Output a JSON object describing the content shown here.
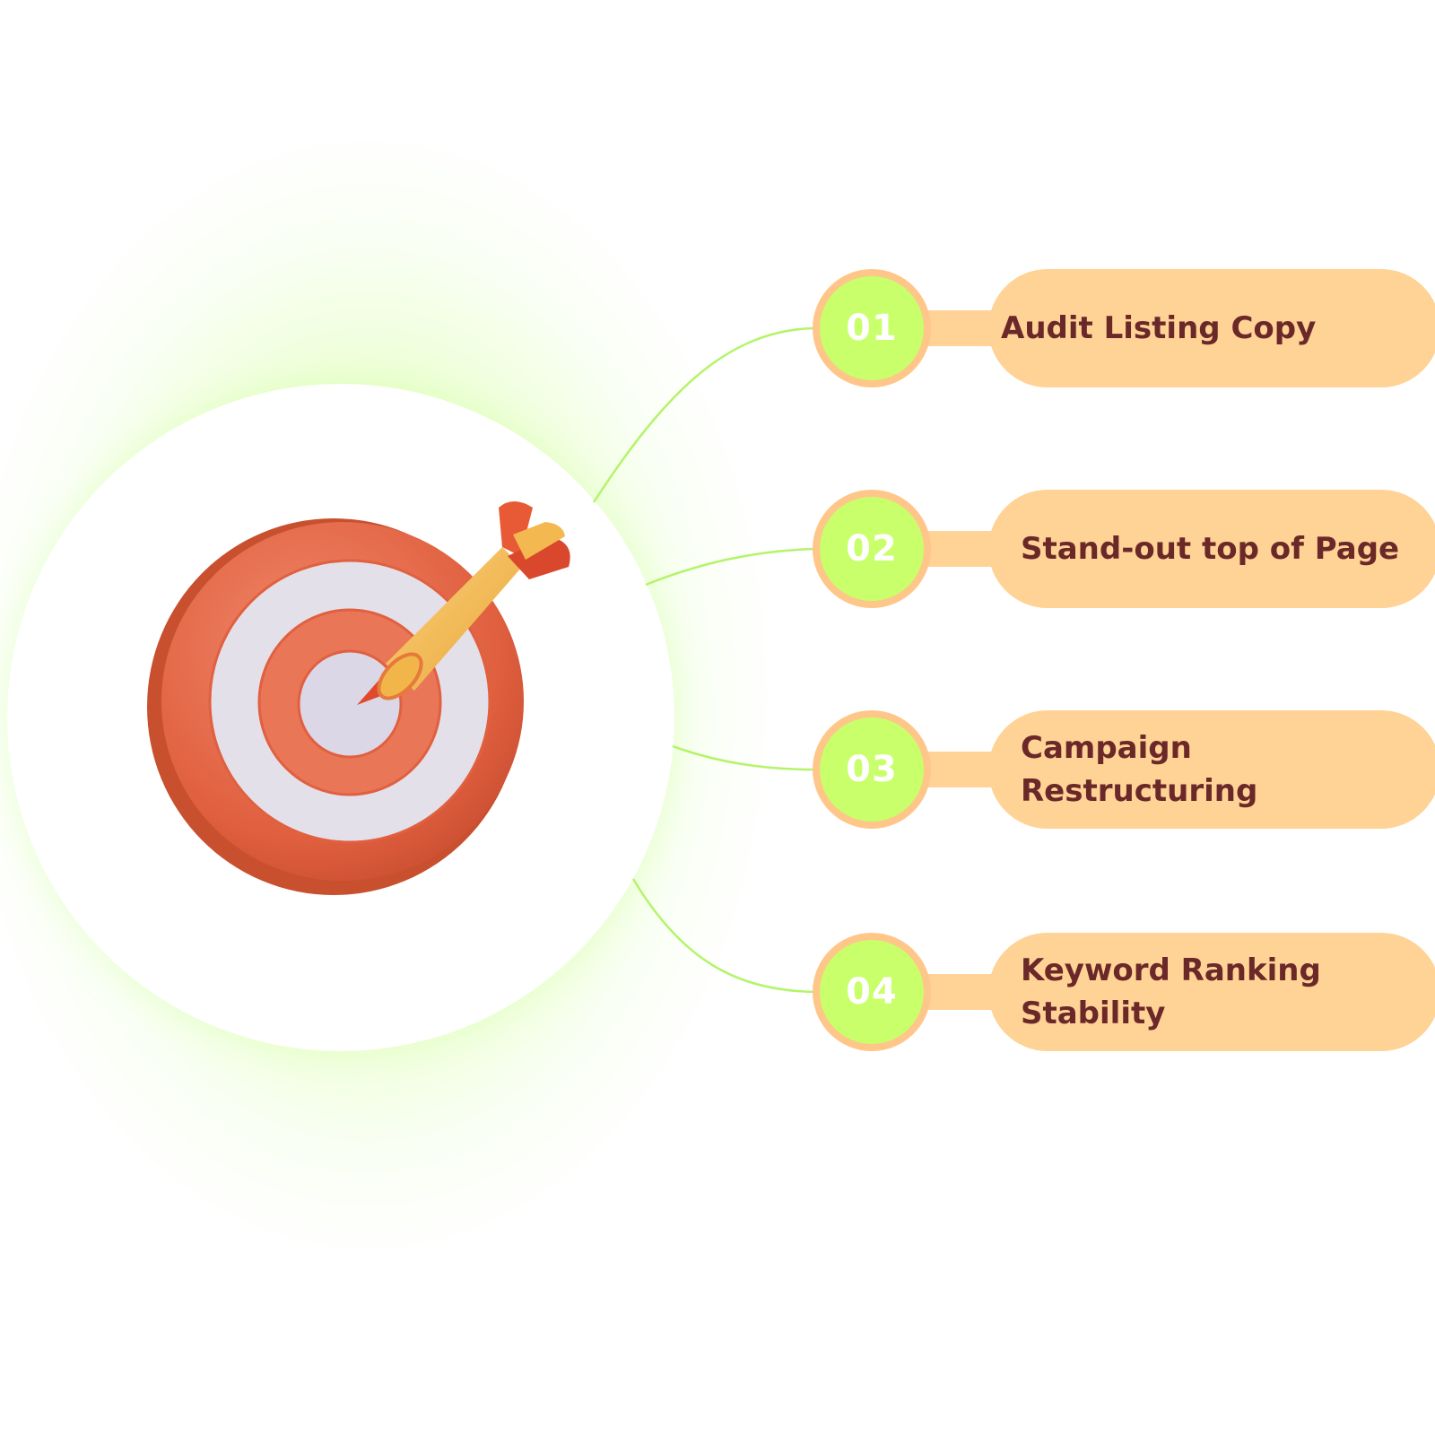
{
  "colors": {
    "pill": "#ffd295",
    "badge": "#c8ff6a",
    "badge_ring": "#ffc68a",
    "text": "#6a2828",
    "connector": "#b4f46a"
  },
  "hub": {
    "icon": "dartboard-target-icon"
  },
  "steps": [
    {
      "number": "01",
      "label": "Audit Listing Copy"
    },
    {
      "number": "02",
      "label": "Stand-out top of Page"
    },
    {
      "number": "03",
      "label": "Campaign Restructuring"
    },
    {
      "number": "04",
      "label": "Keyword Ranking Stability"
    }
  ]
}
